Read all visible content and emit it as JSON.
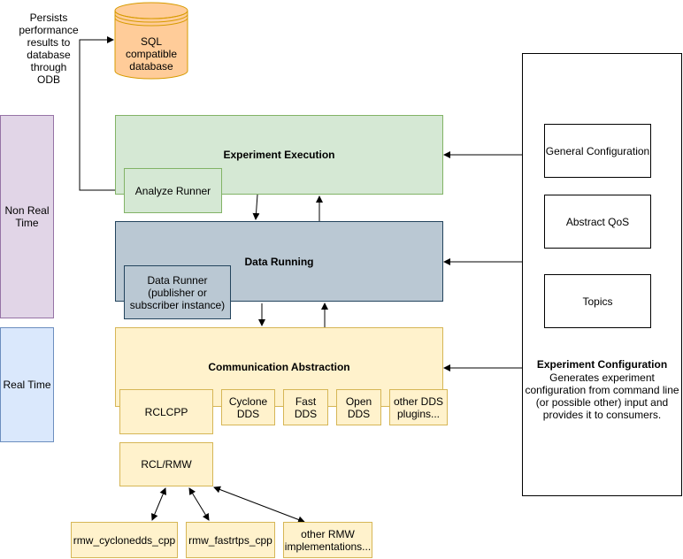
{
  "annotations": {
    "persists": "Persists\nperformance\nresults to\ndatabase\nthrough\nODB"
  },
  "database": {
    "label": "SQL\ncompatible\ndatabase"
  },
  "side_labels": {
    "non_real_time": "Non Real\nTime",
    "real_time": "Real Time"
  },
  "layers": {
    "experiment_execution": "Experiment Execution",
    "analyze_runner": "Analyze Runner",
    "data_running": "Data Running",
    "data_runner": "Data Runner\n(publisher or\nsubscriber instance)",
    "communication_abstraction": "Communication Abstraction"
  },
  "plugins": [
    "RCLCPP",
    "Cyclone\nDDS",
    "Fast\nDDS",
    "Open\nDDS",
    "other DDS\nplugins..."
  ],
  "rcl": "RCL/RMW",
  "rmw": [
    "rmw_cyclonedds_cpp",
    "rmw_fastrtps_cpp",
    "other RMW\nimplementations..."
  ],
  "config": {
    "items": [
      "General Configuration",
      "Abstract QoS",
      "Topics"
    ],
    "title": "Experiment Configuration",
    "description": "Generates experiment\nconfiguration from command line\n(or possible other) input and\nprovides it to consumers."
  }
}
